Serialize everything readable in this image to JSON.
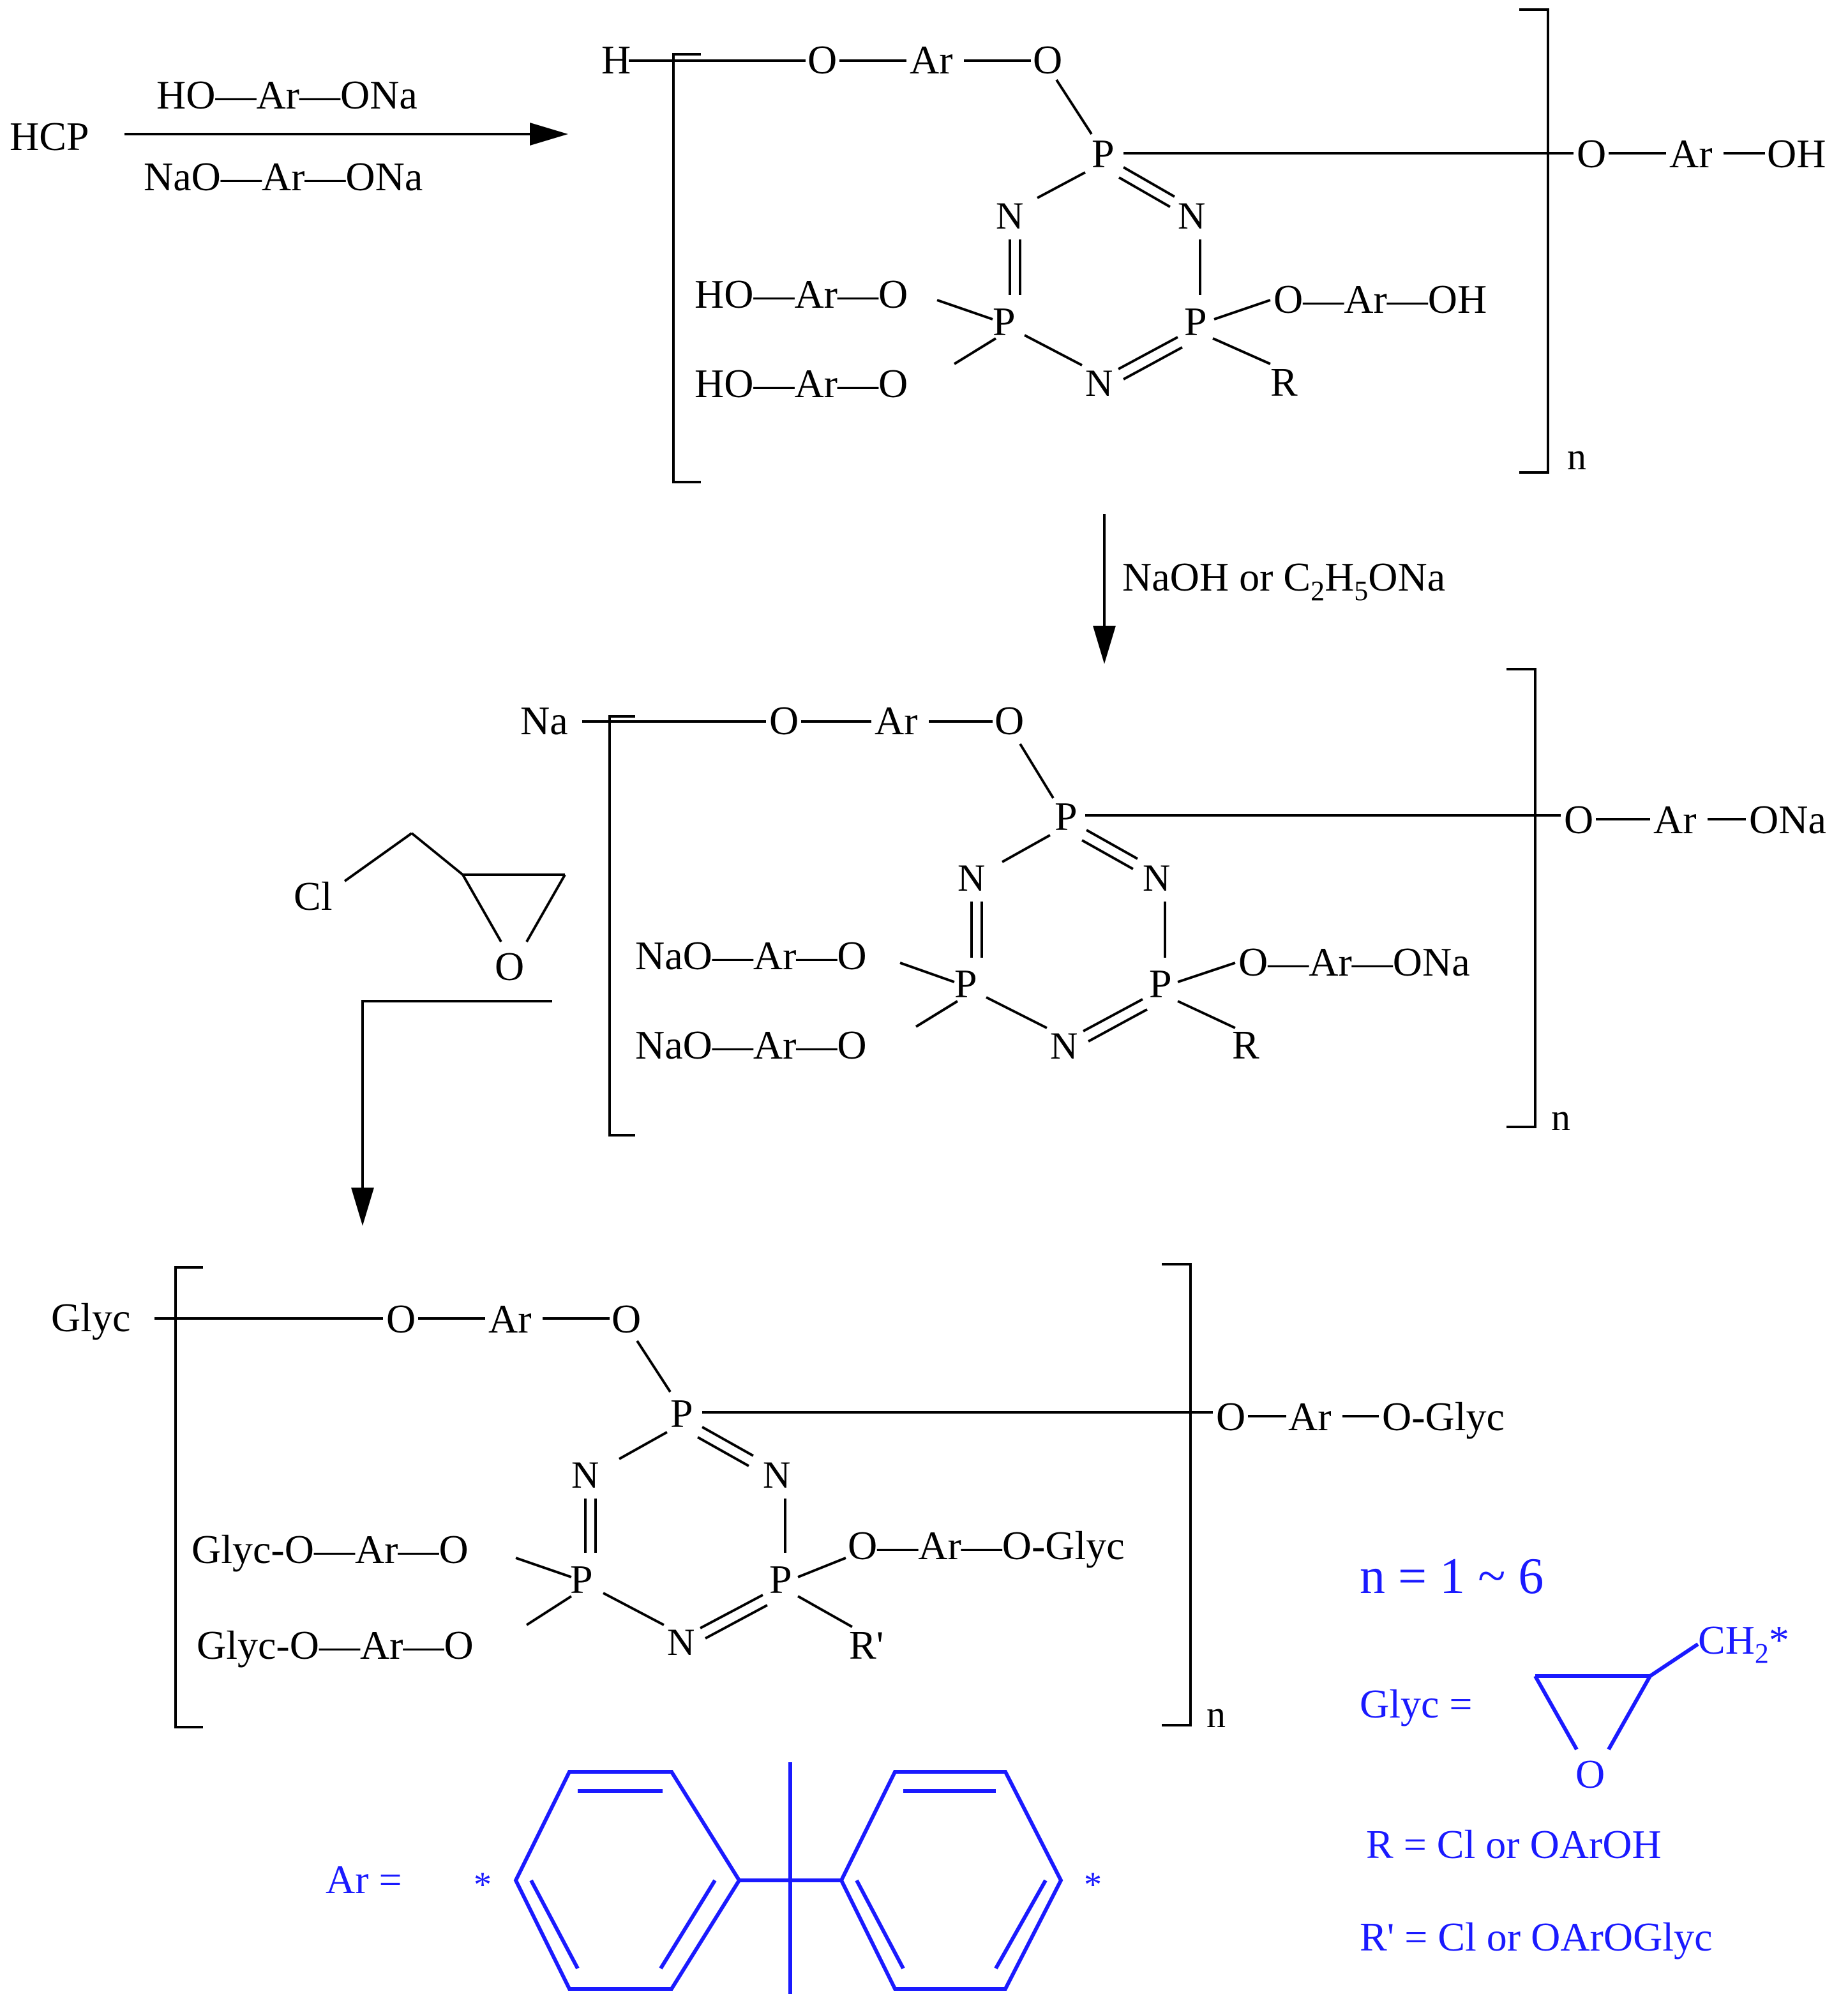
{
  "colors": {
    "text": "#000000",
    "legend": "#1a1aff",
    "background": "#ffffff"
  },
  "step1": {
    "reactant": "HCP",
    "reagent_top": "HO—Ar—ONa",
    "reagent_bottom": "NaO—Ar—ONa"
  },
  "step2": {
    "reagent_prefix": "NaOH or C",
    "sub1": "2",
    "mid": "H",
    "sub2": "5",
    "suffix": "ONa"
  },
  "step3": {
    "reagent_cl": "Cl",
    "reagent_o": "O"
  },
  "polymer1": {
    "start": "H",
    "top_chain": [
      "O",
      "Ar",
      "O"
    ],
    "end_chain": [
      "O",
      "Ar",
      "OH"
    ],
    "left_sub1": "HO—Ar—O",
    "left_sub2": "HO—Ar—O",
    "right_sub": "O—Ar—OH",
    "r": "R",
    "p": "P",
    "n_atom": "N",
    "repeat": "n"
  },
  "polymer2": {
    "start": "Na",
    "top_chain": [
      "O",
      "Ar",
      "O"
    ],
    "end_chain": [
      "O",
      "Ar",
      "ONa"
    ],
    "left_sub1": "NaO—Ar—O",
    "left_sub2": "NaO—Ar—O",
    "right_sub": "O—Ar—ONa",
    "r": "R",
    "p": "P",
    "n_atom": "N",
    "repeat": "n"
  },
  "polymer3": {
    "start": "Glyc",
    "top_chain": [
      "O",
      "Ar",
      "O"
    ],
    "end_chain": [
      "O",
      "Ar",
      "O-Glyc"
    ],
    "left_sub1": "Glyc-O—Ar—O",
    "left_sub2": "Glyc-O—Ar—O",
    "right_sub": "O—Ar—O-Glyc",
    "r": "R'",
    "p": "P",
    "n_atom": "N",
    "repeat": "n"
  },
  "legend": {
    "n_range": "n = 1 ~ 6",
    "glyc_label": "Glyc =",
    "glyc_ch2": "CH",
    "glyc_sub": "2",
    "glyc_star": "*",
    "glyc_o": "O",
    "r_def": "R = Cl or OArOH",
    "r_prime_def": "R' = Cl or OArOGlyc",
    "ar_label": "Ar =",
    "ar_star": "*"
  }
}
